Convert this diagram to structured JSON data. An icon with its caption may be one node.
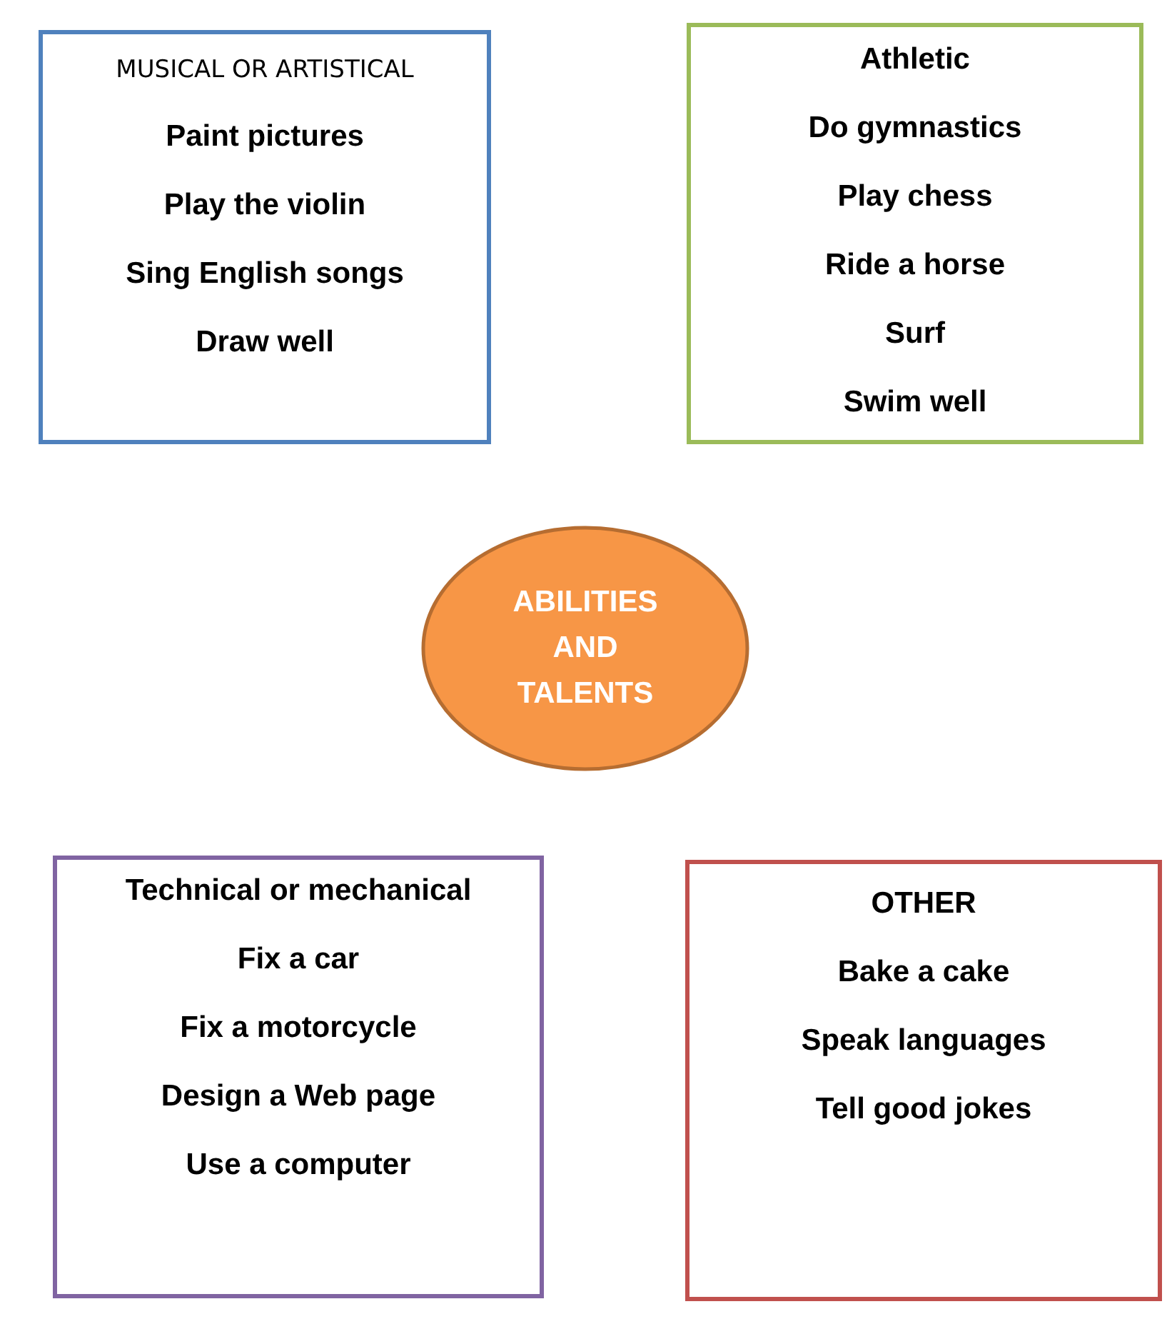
{
  "diagram": {
    "nodes": [
      {
        "text": [
          "MUSICAL OR ARTISTICAL",
          "Paint pictures",
          "Play the violin",
          "Sing English songs",
          "Draw well"
        ]
      },
      {
        "text": [
          "Athletic",
          "Do gymnastics",
          "Play chess",
          "Ride a horse",
          "Surf",
          "Swim well"
        ]
      },
      {
        "text": [
          "ABILITIES AND TALENTS"
        ]
      },
      {
        "text": [
          "Technical or mechanical",
          "Fix a car",
          "Fix a motorcycle",
          "Design a Web page",
          "Use a computer"
        ]
      },
      {
        "text": [
          "OTHER",
          "Bake a cake",
          "Speak languages",
          "Tell good jokes"
        ]
      }
    ]
  }
}
